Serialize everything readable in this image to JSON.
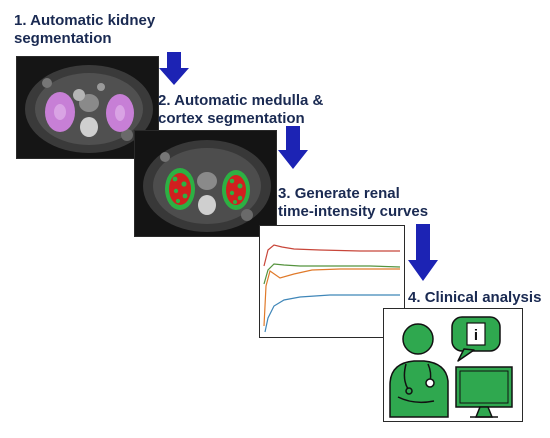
{
  "steps": [
    {
      "number": "1.",
      "title_line1": "Automatic kidney",
      "title_line2": "segmentation"
    },
    {
      "number": "2.",
      "title_line1": "Automatic medulla &",
      "title_line2": "cortex segmentation"
    },
    {
      "number": "3.",
      "title_line1": "Generate renal",
      "title_line2": "time-intensity curves"
    },
    {
      "number": "4.",
      "title_line1": "Clinical analysis",
      "title_line2": ""
    }
  ],
  "colors": {
    "title_text": "#1a2a52",
    "arrow": "#1c23b4",
    "kidney_mask": "#c77fd6",
    "cortex": "#2db043",
    "medulla": "#d11f1f",
    "curve_red": "#c8463a",
    "curve_green": "#55933e",
    "curve_orange": "#e07a2a",
    "curve_blue": "#3f86b8",
    "clinician": "#2fa84f"
  },
  "icons": {
    "info_symbol": "i"
  }
}
